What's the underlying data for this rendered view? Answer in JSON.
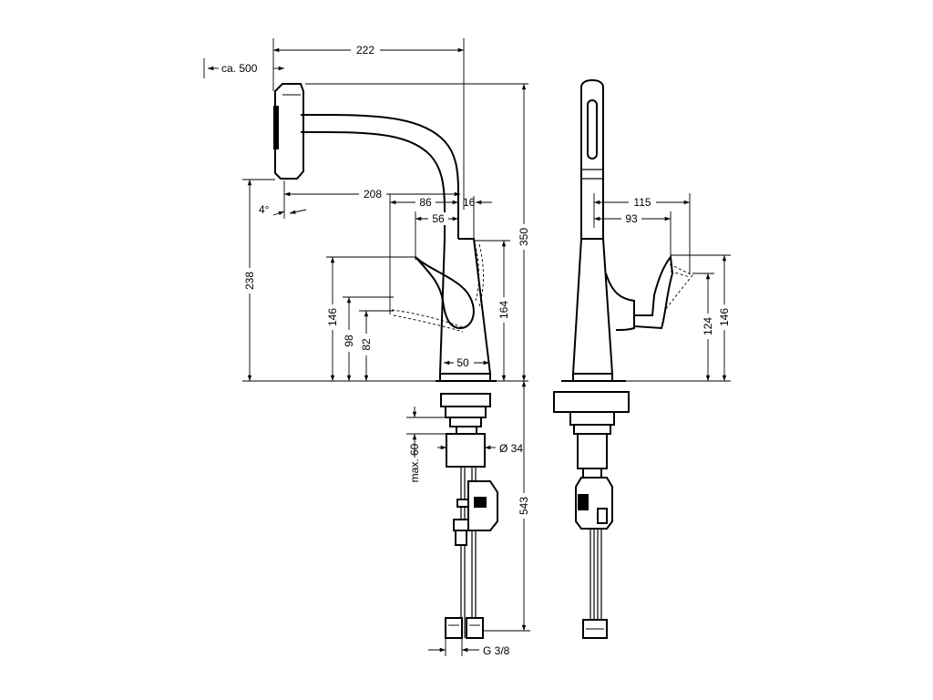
{
  "dimensions": {
    "spout_reach": "222",
    "pull_out": "ca. 500",
    "tilt": "4°",
    "reach_208": "208",
    "reach_86": "86",
    "reach_56": "56",
    "reach_16": "16",
    "height_238": "238",
    "height_350": "350",
    "height_164": "164",
    "lever_146": "146",
    "lever_98": "98",
    "lever_82": "82",
    "base_50": "50",
    "max_60": "max. 60",
    "dia_34": "Ø 34",
    "height_543": "543",
    "thread": "G 3/8",
    "side_115": "115",
    "side_93": "93",
    "side_124": "124",
    "side_146": "146"
  }
}
